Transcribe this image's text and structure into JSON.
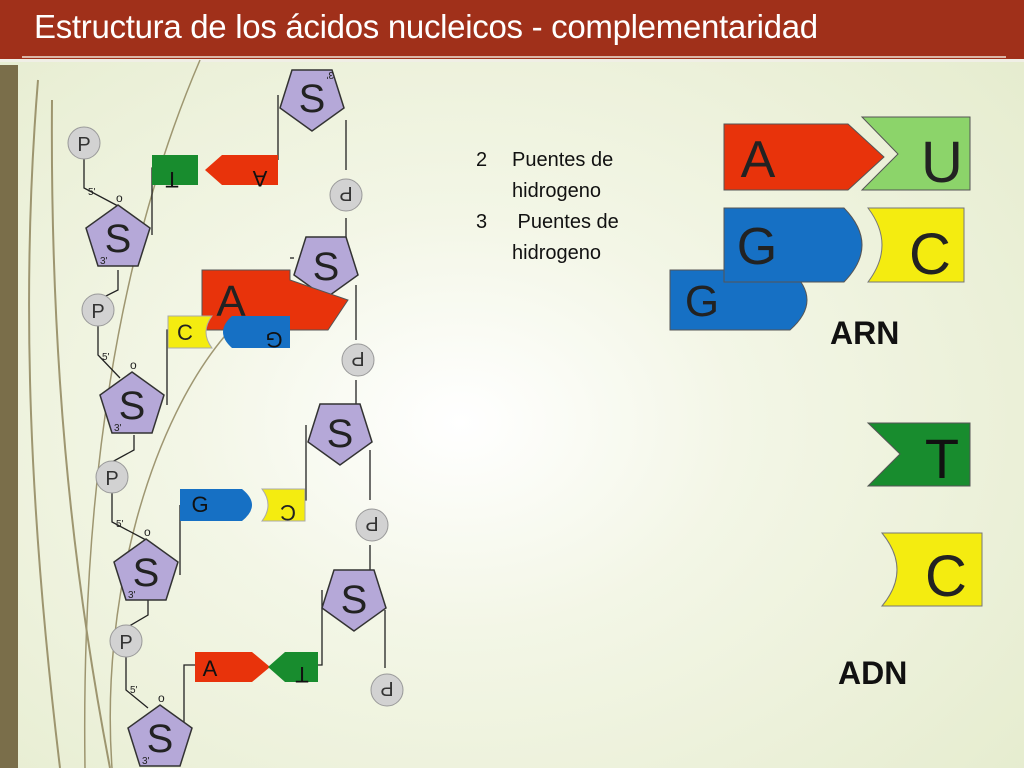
{
  "title": "Estructura de los ácidos nucleicos - complementaridad",
  "legend": [
    {
      "number": "2",
      "text_line1": "Puentes de",
      "text_line2": "hidrogeno"
    },
    {
      "number": "3",
      "text_line1": " Puentes de",
      "text_line2": "hidrogeno"
    }
  ],
  "labels": {
    "arn": "ARN",
    "adn": "ADN"
  },
  "strand": {
    "sugar": "S",
    "phosphate": "P",
    "prime3": "3'",
    "prime5": "5'",
    "ring_o": "o"
  },
  "pairs": [
    {
      "left": "T",
      "right": "A"
    },
    {
      "left": "A",
      "right": ""
    },
    {
      "left": "C",
      "right": "G"
    },
    {
      "left": "G",
      "right": "C"
    },
    {
      "left": "A",
      "right": "T"
    }
  ],
  "bases_right": {
    "arn_pair1": {
      "left": "A",
      "right": "U"
    },
    "arn_pair2": {
      "left": "G",
      "right": "C"
    },
    "arn_extra": "G",
    "adn_1": "T",
    "adn_2": "C"
  },
  "colors": {
    "A": "#e8330b",
    "T": "#188c2e",
    "G": "#1670c4",
    "C": "#f4ec10",
    "U": "#8cd46a",
    "sugar": "#b5a8d8",
    "phosphate": "#cfcfcf"
  }
}
